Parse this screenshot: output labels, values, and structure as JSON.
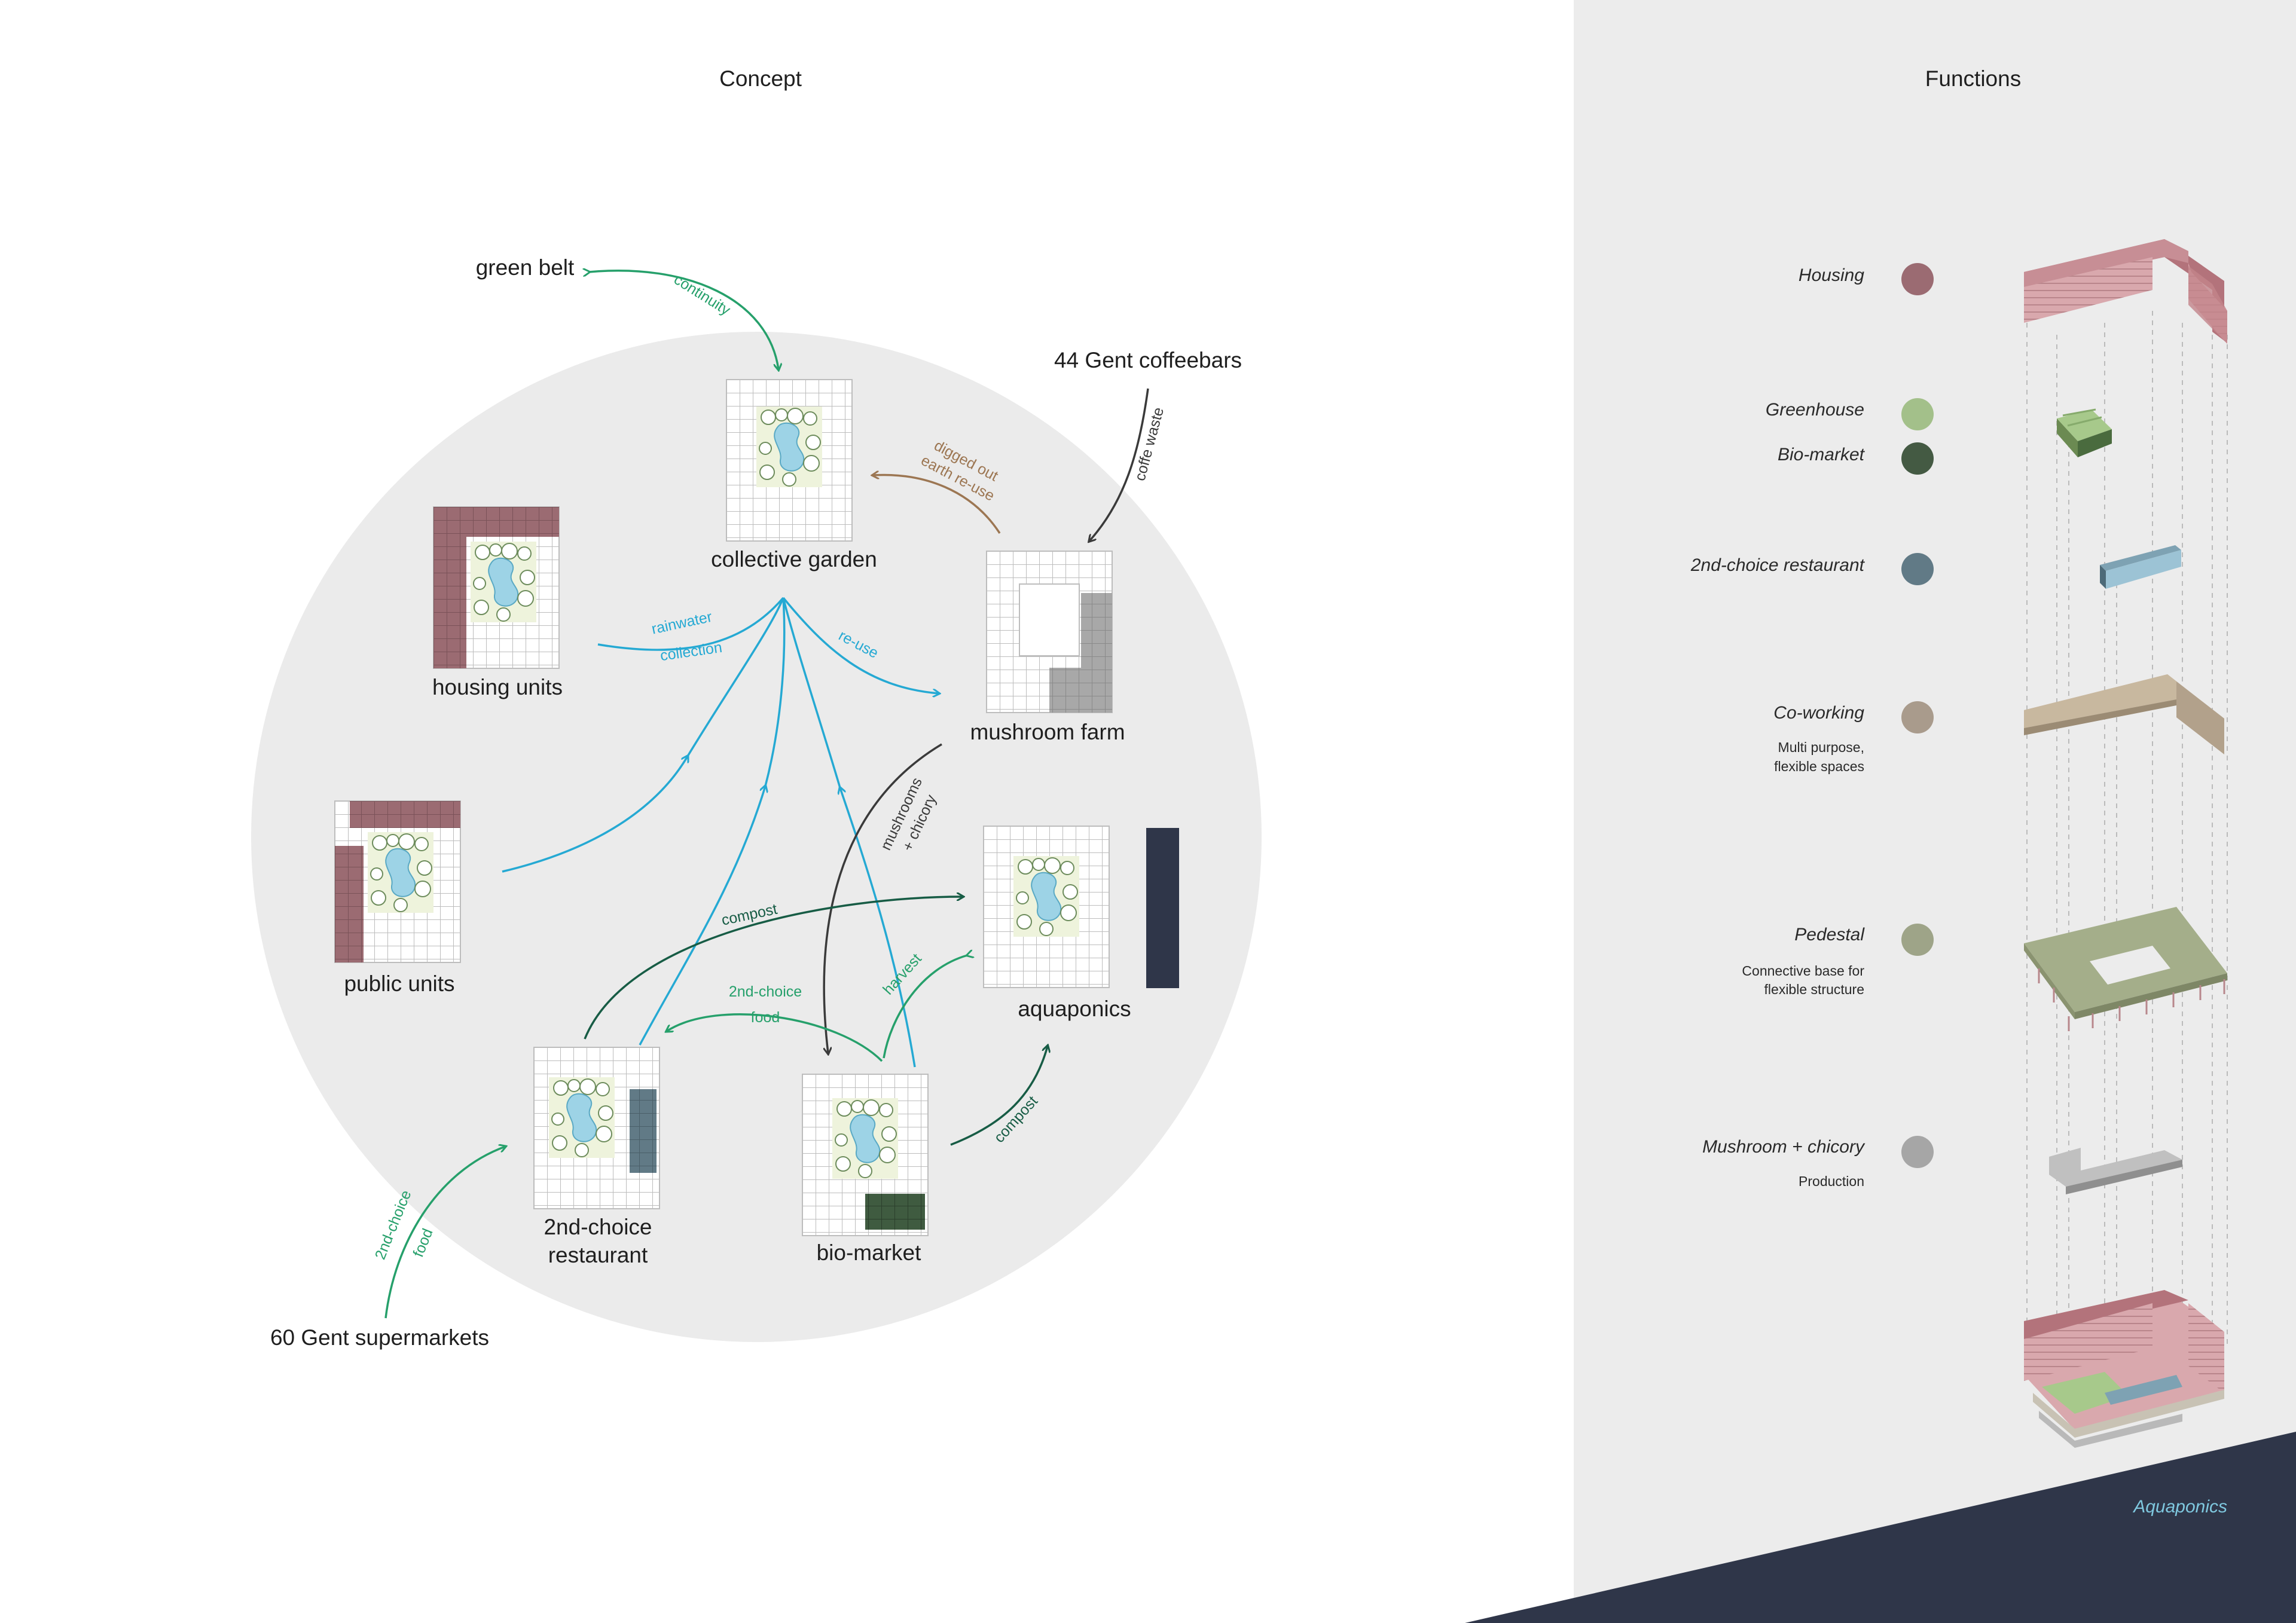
{
  "concept": {
    "title": "Concept",
    "nodes": {
      "green_belt": "green belt",
      "coffeebars": "44 Gent coffeebars",
      "collective_garden": "collective garden",
      "housing_units": "housing units",
      "mushroom_farm": "mushroom farm",
      "public_units": "public units",
      "aquaponics": "aquaponics",
      "restaurant_line1": "2nd-choice",
      "restaurant_line2": "restaurant",
      "bio_market": "bio-market",
      "supermarkets": "60 Gent supermarkets"
    },
    "flows": {
      "continuity": "continuity",
      "coffee_waste": "coffe waste",
      "digged_out": "digged out",
      "earth_reuse": "earth re-use",
      "rainwater": "rainwater",
      "collection": "collection",
      "reuse": "re-use",
      "mushrooms": "mushrooms",
      "chicory": "+ chicory",
      "compost_top": "compost",
      "second_choice": "2nd-choice",
      "food": "food",
      "harvest": "harvest",
      "compost_bottom": "compost",
      "sm_second_choice": "2nd-choice",
      "sm_food": "food"
    },
    "colors": {
      "circle": "#ebebeb",
      "water_blue": "#25a9d3",
      "green": "#26a06b",
      "dark_green": "#175c45",
      "brown": "#9c7652",
      "dark": "#3a3a3a"
    }
  },
  "functions": {
    "title": "Functions",
    "items": [
      {
        "label": "Housing",
        "color": "#9b6b72"
      },
      {
        "label": "Greenhouse",
        "color": "#a3c08a"
      },
      {
        "label": "Bio-market",
        "color": "#445a43"
      },
      {
        "label": "2nd-choice restaurant",
        "color": "#617a86"
      },
      {
        "label": "Co-working",
        "sub1": "Multi purpose,",
        "sub2": "flexible spaces",
        "color": "#a99b8c"
      },
      {
        "label": "Pedestal",
        "sub1": "Connective base for",
        "sub2": "flexible structure",
        "color": "#9ea488"
      },
      {
        "label": "Mushroom + chicory",
        "sub1": "Production",
        "color": "#a6a6a6"
      }
    ],
    "footer": "Aquaponics",
    "panel_color": "#ececec",
    "footer_color": "#2f3649"
  }
}
